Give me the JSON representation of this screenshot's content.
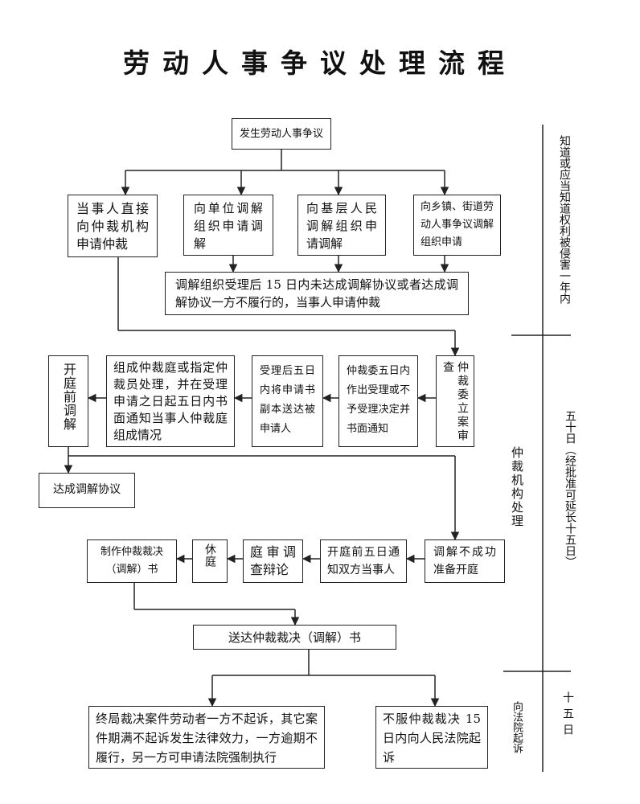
{
  "title": "劳动人事争议处理流程",
  "boxes": {
    "start": "发生劳动人事争议",
    "direct": "当事人直接向仲裁机构申请仲裁",
    "unit": "向单位调解组织申请调解",
    "grassroots": "向基层人民调解组织申请调解",
    "township": "向乡镇、街道劳动人事争议调解组织申请",
    "mediation_fail": "调解组织受理后 15 日内未达成调解协议或者达成调解协议一方不履行的，当事人申请仲裁",
    "review": "仲裁委立案审查",
    "accept": "仲裁委五日内作出受理或不予受理决定并书面通知",
    "deliver_copy": "受理后五日内将申请书副本送达被申请人",
    "tribunal": "组成仲裁庭或指定仲裁员处理，并在受理申请之日起五日内书面通知当事人仲裁庭组成情况",
    "pre_mediation": "开庭前调解",
    "agreement": "达成调解协议",
    "prepare_hearing": "调解不成功准备开庭",
    "notify": "开庭前五日通知双方当事人",
    "debate": "庭审调查辩论",
    "recess": "休庭",
    "make_award": "制作仲裁裁决（调解）书",
    "deliver_award": "送达仲裁裁决（调解）书",
    "final_award": "终局裁决案件劳动者一方不起诉，其它案件期满不起诉发生法律效力，一方逾期不履行，另一方可申请法院强制执行",
    "appeal": "不服仲裁裁决 15 日内向人民法院起诉"
  },
  "side_labels": {
    "arbitration_body": "仲裁机构处理",
    "court": "向法院起诉"
  },
  "time_labels": {
    "one_year": "知道或应当知道权利被侵害一年内",
    "fifty_days": "五十日（经批准可延长十五日）",
    "fifteen_days": "十五日"
  }
}
